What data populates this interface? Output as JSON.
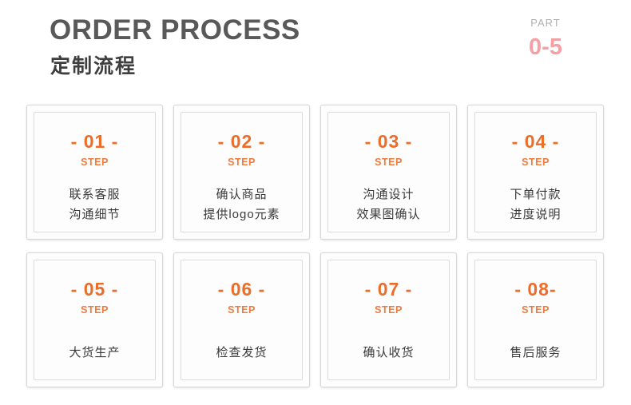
{
  "header": {
    "title_en": "ORDER PROCESS",
    "title_cn": "定制流程",
    "part_label": "PART",
    "part_number": "0-5",
    "accent_color": "#ec6c2a",
    "part_color": "#f4a0a5"
  },
  "cards": [
    {
      "number": "- 01 -",
      "word": "STEP",
      "lines": [
        "联系客服",
        "沟通细节"
      ]
    },
    {
      "number": "- 02 -",
      "word": "STEP",
      "lines": [
        "确认商品",
        "提供logo元素"
      ]
    },
    {
      "number": "- 03 -",
      "word": "STEP",
      "lines": [
        "沟通设计",
        "效果图确认"
      ]
    },
    {
      "number": "- 04 -",
      "word": "STEP",
      "lines": [
        "下单付款",
        "进度说明"
      ]
    },
    {
      "number": "- 05 -",
      "word": "STEP",
      "lines": [
        "大货生产"
      ]
    },
    {
      "number": "- 06 -",
      "word": "STEP",
      "lines": [
        "检查发货"
      ]
    },
    {
      "number": "- 07 -",
      "word": "STEP",
      "lines": [
        "确认收货"
      ]
    },
    {
      "number": "- 08-",
      "word": "STEP",
      "lines": [
        "售后服务"
      ]
    }
  ]
}
